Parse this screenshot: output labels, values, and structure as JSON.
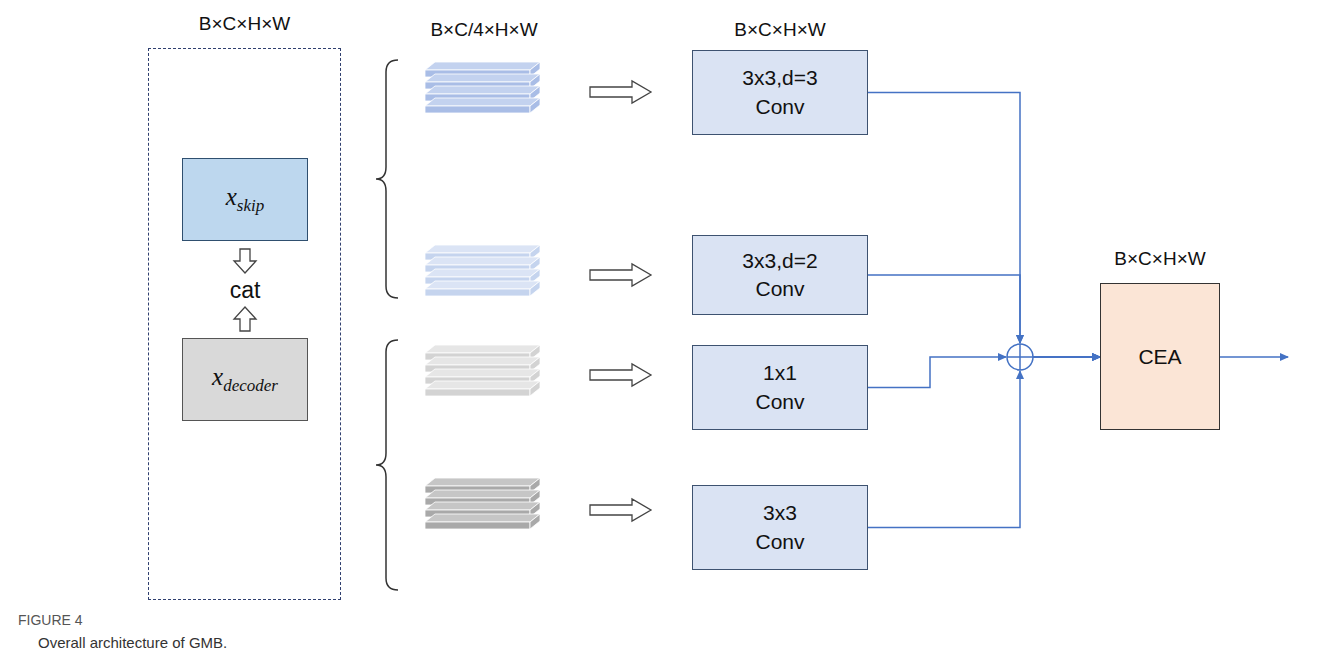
{
  "diagram": {
    "caption": "Overall architecture of GMB.",
    "nodes": [
      {
        "text": [
          "B×C×H×W"
        ]
      },
      {
        "text": [
          "x",
          "skip"
        ],
        "in": 0
      },
      {
        "text": [
          "x",
          "decoder"
        ],
        "in": 0
      },
      {
        "text": [
          "3x3,d=3 Conv"
        ]
      },
      {
        "text": [
          "3x3,d=2 Conv"
        ]
      },
      {
        "text": [
          "1x1 Conv"
        ]
      },
      {
        "text": [
          "3x3 Conv"
        ]
      },
      {
        "text": [
          "B×C×H×W",
          "CEA"
        ]
      }
    ],
    "edges": [
      {
        "from": 3,
        "to": 7,
        "arrow": "to"
      },
      {
        "from": 4,
        "to": 7,
        "arrow": "to"
      },
      {
        "from": 5,
        "to": 7,
        "arrow": "to"
      },
      {
        "from": 6,
        "to": 7,
        "arrow": "to"
      }
    ],
    "labels": [
      "B×C/4×H×W",
      "B×C×H×W",
      "cat",
      "FIGURE 4"
    ]
  }
}
